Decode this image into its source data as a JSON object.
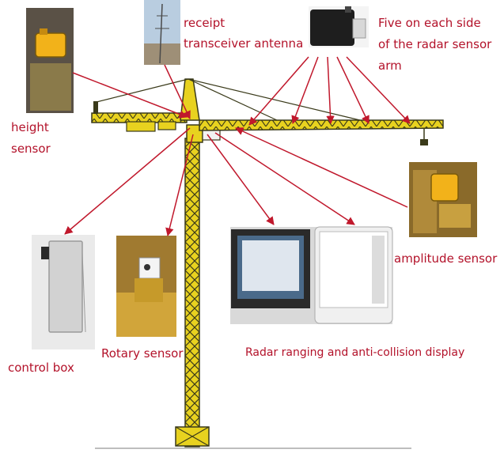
{
  "labels": {
    "antenna": [
      "receipt",
      "transceiver antenna"
    ],
    "radar_arm": [
      "Five on each side",
      "of the radar sensor",
      "arm"
    ],
    "height": [
      "height",
      "sensor"
    ],
    "amplitude": "amplitude sensor",
    "control_box": "control box",
    "rotary": "Rotary sensor",
    "display": "Radar ranging and anti-collision display"
  },
  "colors": {
    "label": "#b3122a",
    "arrow": "#c0182c",
    "crane": "#e8d21f",
    "crane_outline": "#3a3a1a"
  }
}
